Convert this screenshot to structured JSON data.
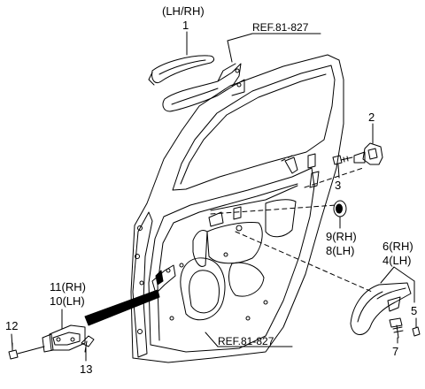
{
  "labels": {
    "lhrh": "(LH/RH)",
    "n1": "1",
    "ref_top": "REF.81-827",
    "n2": "2",
    "n3": "3",
    "n9": "9(RH)",
    "n8": "8(LH)",
    "n6": "6(RH)",
    "n4": "4(LH)",
    "n5": "5",
    "n7": "7",
    "n11": "11(RH)",
    "n10": "10(LH)",
    "n12": "12",
    "n13": "13",
    "ref_bottom": "REF.81-827"
  },
  "colors": {
    "line": "#000000",
    "background": "#ffffff"
  }
}
